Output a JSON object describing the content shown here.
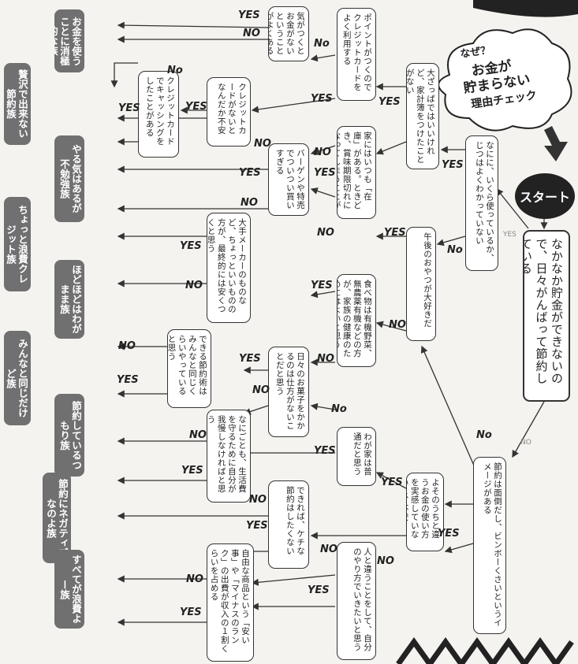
{
  "title": {
    "line1": "なぜ？",
    "line2": "お金が",
    "line3": "貯まらない",
    "line4": "理由チェック"
  },
  "start": "スタート",
  "labels": {
    "yes": "YES",
    "no": "NO",
    "no_script": "No"
  },
  "questions": {
    "q_main": "なかなか貯金ができないので、日々がんばって節約している",
    "q_where_money": "なにに、いくら使っているか、じつはよくわかっていない",
    "q_household_book": "大ざっぱではいいけれど、家計簿をつけたことがない",
    "q_points": "ポイントがつくのでクレジットカードをよく利用する",
    "q_card_spend": "気がつくとお金がないということがよくある",
    "q_card_anxious": "クレジットカードがないとなんだか不安",
    "q_card_caching": "クレジットカードでキャッシングをしたことがある",
    "q_fridge": "家にはいつも「在庫」がある。ときどき、賞味期限切れになってしまうことがある",
    "q_bargain": "バーゲンや特売でついつい買いすぎる",
    "q_snacks": "午後のおやつが大好きだ",
    "q_maker": "大手メーカーのものなど、ちょっといいものの方が、最終的には安くつくと思う",
    "q_food": "食べ物は有機野菜、無農薬有機などの方が、家族の健康のためにはよいと思う",
    "q_oyatsu": "日々のお菓子をかかるのは仕方がないことだと思う",
    "q_same": "できる節約術はみんなと同じくらいやっていると思う",
    "q_ok": "わが家は普通だと思う",
    "q_fixed": "なにごとも、生活費を守るために自分が我慢しなければと思う",
    "q_stingy": "できれば、ケチな節約はしたくない",
    "q_setsuyaku": "節約は面倒だし、ビンボーくさいというイメージがある",
    "q_compare": "よそのうちと違うお金の使い方を実感していないと、不安",
    "q_others": "人と違うことをして、自分のやり方でいきたいと思う",
    "q_special": "自由な商品という「安い事」や「マイナスのランク」の出費が収入の１割くらいを占める"
  },
  "results": {
    "r1": "お金を使うことに消極的な族",
    "r2": "贅沢で出来ない節約族",
    "r3": "やる気はあるが不勉強族",
    "r4": "ちょっと浪費クレジット族",
    "r5": "ほどほどはわがまま族",
    "r6": "みんなと同じだけど族",
    "r7": "節約しているつもり族",
    "r8": "節約にネガティブなのよ族",
    "r9": "すべてが浪費よー族"
  }
}
